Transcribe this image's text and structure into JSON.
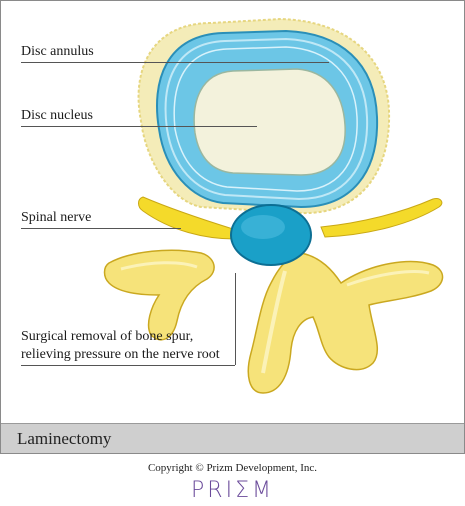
{
  "labels": {
    "disc_annulus": "Disc annulus",
    "disc_nucleus": "Disc nucleus",
    "spinal_nerve": "Spinal nerve",
    "removal_line1": "Surgical removal of bone spur,",
    "removal_line2": "relieving pressure on the nerve root"
  },
  "caption": "Laminectomy",
  "copyright": "Copyright © Prizm Development, Inc.",
  "logo": "PRIΣM",
  "colors": {
    "annulus": "#6cc6e6",
    "nucleus": "#f3f2dc",
    "bone": "#f6e37a",
    "nerve": "#f4da2a",
    "spinal_cord": "#1aa0c8",
    "caption_bar": "#cfcfcf",
    "logo": "#6a4a9a"
  }
}
